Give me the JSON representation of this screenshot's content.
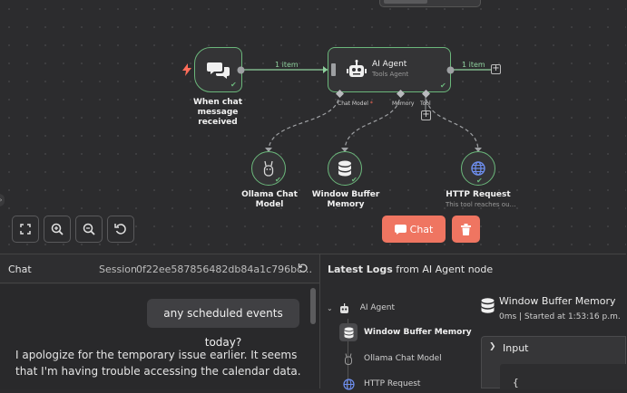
{
  "canvas": {
    "trigger_node": {
      "label_line1": "When chat message",
      "label_line2": "received",
      "icon": "chat-bubbles-icon"
    },
    "agent_node": {
      "title": "AI Agent",
      "subtitle": "Tools Agent",
      "icon": "robot-icon"
    },
    "connections": {
      "trigger_to_agent": "1 item",
      "agent_output": "1 item"
    },
    "ports": {
      "chat_model": "Chat Model",
      "chat_model_required": "*",
      "memory": "Memory",
      "tool": "Tool"
    },
    "sub_nodes": [
      {
        "line1": "Ollama Chat",
        "line2": "Model",
        "icon": "llama-icon"
      },
      {
        "line1": "Window Buffer",
        "line2": "Memory",
        "icon": "database-icon"
      },
      {
        "line1": "HTTP Request",
        "note": "This tool reaches ou…",
        "icon": "globe-icon"
      }
    ],
    "controls": {
      "chat_button": "Chat"
    }
  },
  "chat_panel": {
    "title": "Chat",
    "session_label": "Session",
    "session_id": "0f22ee587856482db84a1c796bc…",
    "messages": [
      {
        "role": "user",
        "text": "any scheduled events today?"
      },
      {
        "role": "bot",
        "text": "I apologize for the temporary issue earlier. It seems that I'm having trouble accessing the calendar data."
      }
    ]
  },
  "logs_panel": {
    "title_bold": "Latest Logs",
    "title_rest": " from AI Agent node",
    "tree": [
      {
        "label": "AI Agent",
        "icon": "robot-icon"
      },
      {
        "label": "Window Buffer Memory",
        "icon": "database-icon",
        "selected": true
      },
      {
        "label": "Ollama Chat Model",
        "icon": "llama-icon"
      },
      {
        "label": "HTTP Request",
        "icon": "globe-icon"
      }
    ],
    "detail": {
      "title": "Window Buffer Memory",
      "meta": "0ms | Started at 1:53:16 p.m.",
      "section": "Input",
      "json_preview": "{"
    }
  },
  "colors": {
    "success": "#6bb77b",
    "accent": "#ef7561",
    "trigger_bolt": "#ff6d5a"
  }
}
